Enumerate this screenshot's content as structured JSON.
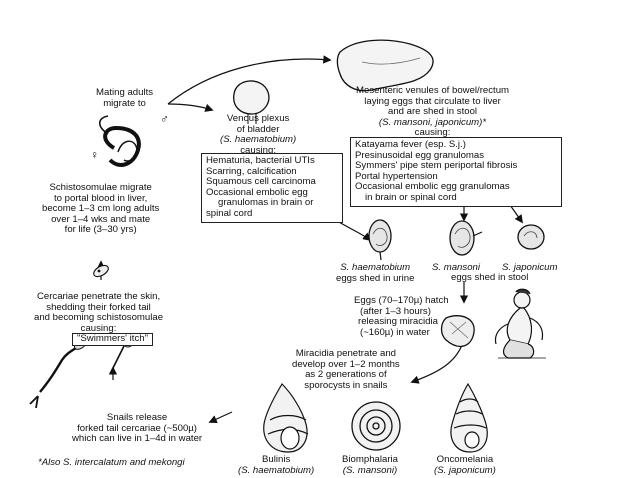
{
  "labels": {
    "mating": [
      "Mating adults",
      "migrate to"
    ],
    "venous": [
      "Venous plexus",
      "of bladder",
      "(S. haematobium)",
      "causing:"
    ],
    "mesenteric": [
      "Mesenteric venules of bowel/rectum",
      "laying eggs that circulate to liver",
      "and are shed in stool",
      "(S. mansoni, japonicum)*",
      "causing:"
    ],
    "schisto_migrate": [
      "Schistosomulae migrate",
      "to portal blood in liver,",
      "become 1–3 cm long adults",
      "over 1–4 wks and mate",
      "for life (3–30 yrs)"
    ],
    "cercariae_penetrate": [
      "Cercariae penetrate the skin,",
      "shedding their forked tail",
      "and becoming schistosomulae",
      "causing:"
    ],
    "swimmers_itch": "\"Swimmers' itch\"",
    "egg_haematobium": [
      "S. haematobium",
      "eggs shed in urine"
    ],
    "egg_mansoni_name": "S. mansoni",
    "egg_japonicum_name": "S. japonicum",
    "eggs_stool": "eggs shed in stool",
    "eggs_hatch": [
      "Eggs (70–170µ) hatch",
      "(after 1–3 hours)",
      "releasing miracidia",
      "(~160µ) in water"
    ],
    "miracidia": [
      "Miracidia penetrate and",
      "develop over 1–2 months",
      "as 2 generations of",
      "sporocysts in snails"
    ],
    "snails_release": [
      "Snails release",
      "forked tail cercariae (~500µ)",
      "which can live in 1–4d in water"
    ],
    "footnote": "*Also S. intercalatum and mekongi",
    "bulinis": [
      "Bulinis",
      "(S. haematobium)"
    ],
    "biomphalaria": [
      "Biomphalaria",
      "(S. mansoni)"
    ],
    "oncomelania": [
      "Oncomelania",
      "(S. japonicum)"
    ],
    "symbol_male": "♂",
    "symbol_female": "♀"
  },
  "boxes": {
    "bladder": [
      "Hematuria, bacterial UTIs",
      "Scarring, calcification",
      "Squamous cell carcinoma",
      "Occasional embolic egg",
      "granulomas in brain or",
      "spinal cord"
    ],
    "bowel": [
      "Katayama fever (esp. S.j.)",
      "Presinusoidal egg granulomas",
      "Symmers' pipe stem periportal fibrosis",
      "Portal hypertension",
      "Occasional embolic egg granulomas",
      "in brain or spinal cord"
    ]
  }
}
